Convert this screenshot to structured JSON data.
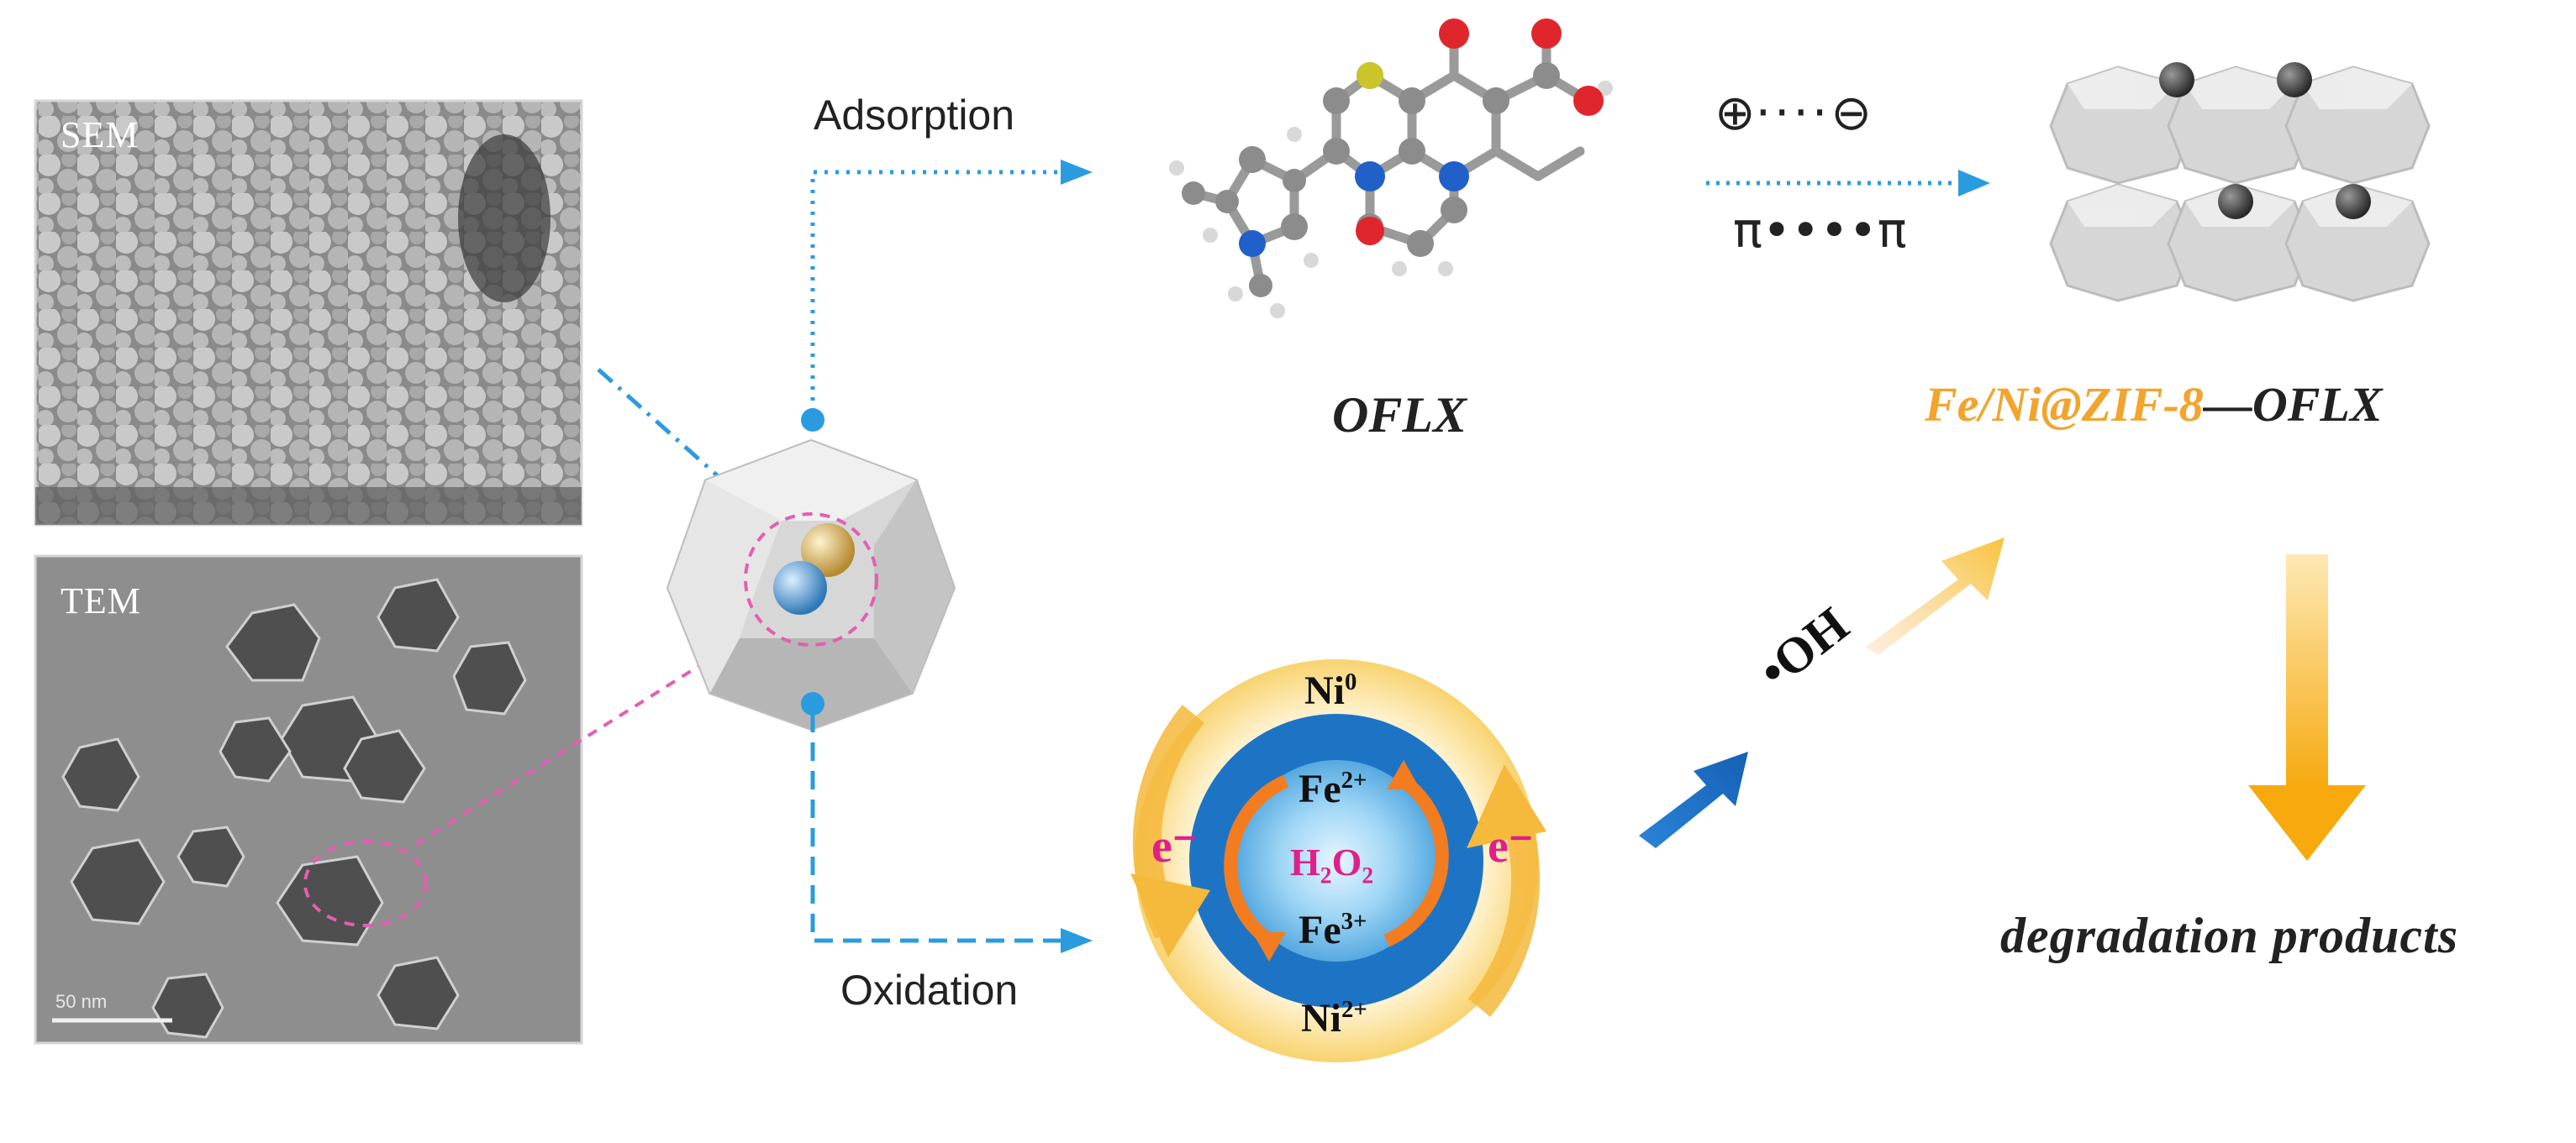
{
  "panels": {
    "sem_label": "SEM",
    "tem_label": "TEM",
    "tem_scale": "50 nm"
  },
  "routes": {
    "adsorption": "Adsorption",
    "oxidation": "Oxidation"
  },
  "molecule": {
    "name": "OFLX"
  },
  "interactions": {
    "electrostatic_plus": "⊕",
    "electrostatic_dots": "····",
    "electrostatic_minus": "⊖",
    "pi_stacking": "π••••π"
  },
  "complex": {
    "catalyst": "Fe/Ni@ZIF-8",
    "separator": "—",
    "pollutant": "OFLX"
  },
  "cycle": {
    "ni_top_base": "Ni",
    "ni_top_sup": "0",
    "fe_top_base": "Fe",
    "fe_top_sup": "2+",
    "fe_bottom_base": "Fe",
    "fe_bottom_sup": "3+",
    "ni_bottom_base": "Ni",
    "ni_bottom_sup": "2+",
    "h2o2": "H₂O₂",
    "electron_left": "e⁻",
    "electron_right": "e⁻"
  },
  "radical": "•OH",
  "result": "degradation products",
  "colors": {
    "blue_arrow": "#2b9be0",
    "pink_dash": "#e35fb0",
    "orange_label": "#f2a42c",
    "cycle_outer": "#f6c65a",
    "cycle_blue": "#1e74c4",
    "cycle_arrow": "#f47c20"
  }
}
